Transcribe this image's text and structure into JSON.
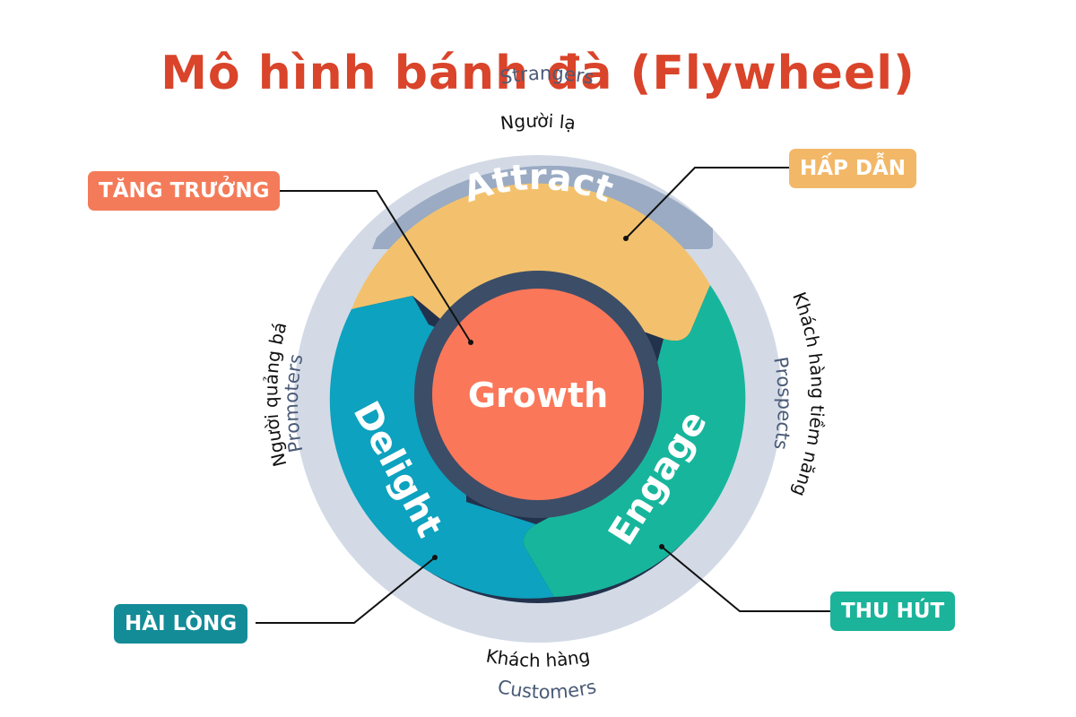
{
  "title": "Mô hình bánh đà (Flywheel)",
  "center_label": "Growth",
  "stages": {
    "attract": {
      "name": "Attract",
      "tag": "HẤP DẪN",
      "color": "#f3c16d"
    },
    "engage": {
      "name": "Engage",
      "tag": "THU HÚT",
      "color": "#17b69c"
    },
    "delight": {
      "name": "Delight",
      "tag": "HÀI LÒNG",
      "color": "#0da2bf"
    },
    "growth": {
      "tag": "TĂNG TRƯỞNG",
      "color": "#fb775a"
    }
  },
  "outer_ring": {
    "strangers": "Strangers",
    "prospects": "Prospects",
    "customers": "Customers",
    "promoters": "Promoters"
  },
  "vietnamese_labels": {
    "strangers": "Người lạ",
    "prospects": "Khách hàng tiềm năng",
    "customers": "Khách hàng",
    "promoters": "Người quảng bá"
  },
  "colors": {
    "title": "#d9442a",
    "ring_outer": "#d3dae6",
    "ring_strangers": "#9aabc3",
    "hub_ring": "#3c4d67",
    "wheel_border": "#22324d",
    "ring_text": "#4a5b77"
  }
}
